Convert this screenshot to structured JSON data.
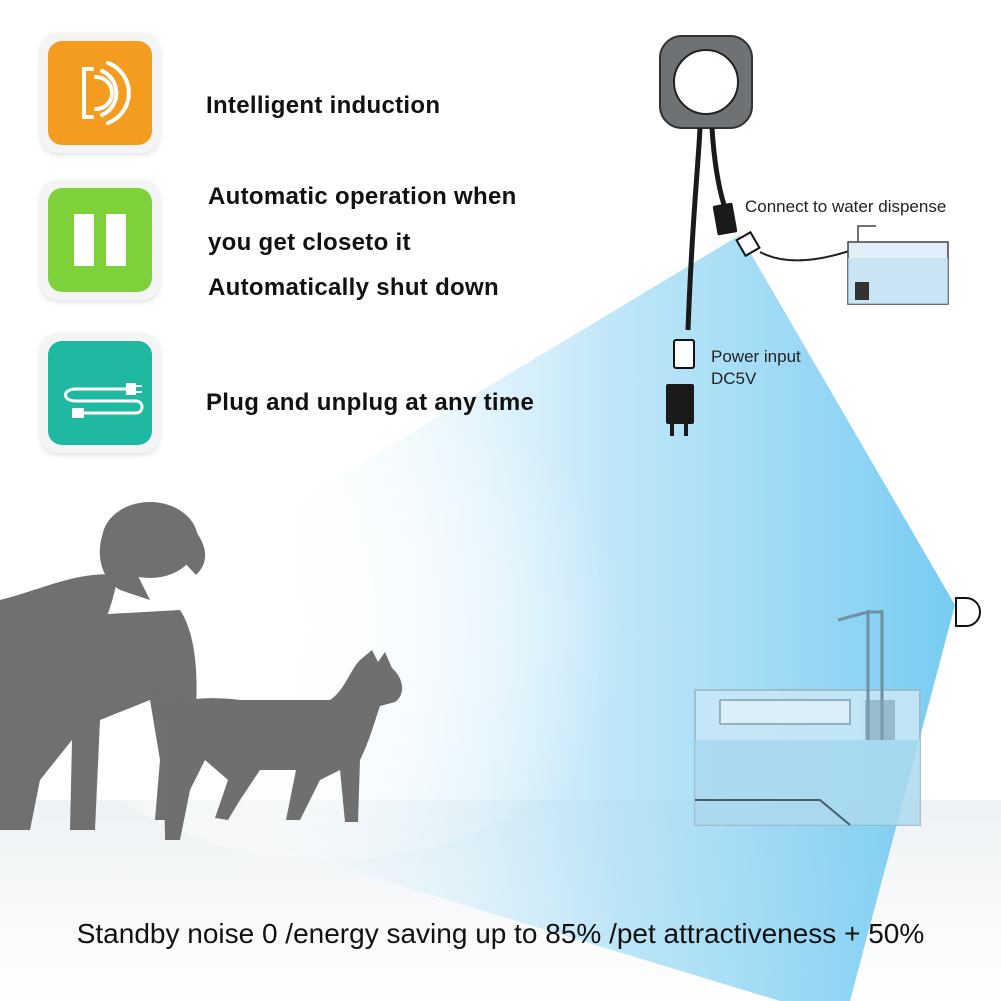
{
  "features": [
    {
      "icon": "sensor-wave-icon",
      "color": "#f39c1f",
      "lines": [
        "Intelligent induction"
      ]
    },
    {
      "icon": "pause-icon",
      "color": "#7ed13b",
      "lines": [
        "Automatic operation when",
        "you get closeto it",
        "Automatically shut down"
      ]
    },
    {
      "icon": "usb-cable-icon",
      "color": "#1fb8a0",
      "lines": [
        "Plug and unplug at any time"
      ]
    }
  ],
  "diagram": {
    "connect_label": "Connect to water dispense",
    "power_label_1": "Power input",
    "power_label_2": "DC5V"
  },
  "footer": {
    "text": "Standby noise  0 /energy saving up to 85% /pet attractiveness + 50%"
  },
  "colors": {
    "beam": "#7fd0f2",
    "silhouette": "#6f6f6f",
    "cable": "#1a1a1a"
  }
}
